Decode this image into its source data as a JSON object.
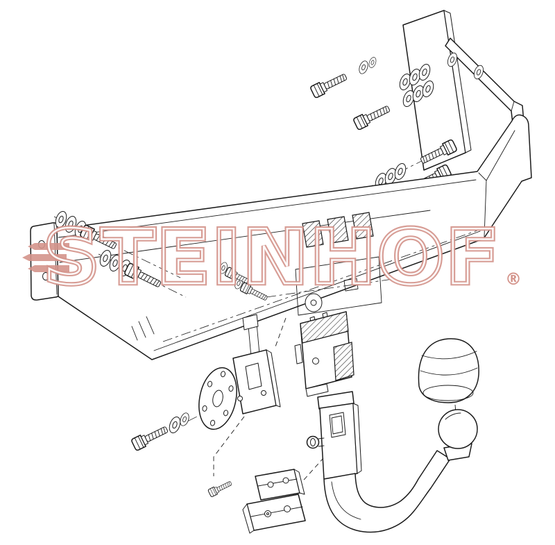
{
  "page": {
    "background_color": "#ffffff"
  },
  "watermark": {
    "text": "STEINHOF",
    "registered_mark": "®",
    "color": "#d4948b"
  },
  "drawing": {
    "line_color": "#1a1a1a",
    "style": "exploded-assembly-line-drawing",
    "parts": [
      "top mounting side bracket",
      "hex bolts",
      "flat washers",
      "crossbar beam",
      "beam end plate",
      "hatched receiver bracket",
      "flange disc with bolt circle",
      "mounting plate",
      "vertical receiver shaft",
      "detachable swan neck",
      "tow ball",
      "tow ball cover cap",
      "socket bracket plates"
    ]
  }
}
